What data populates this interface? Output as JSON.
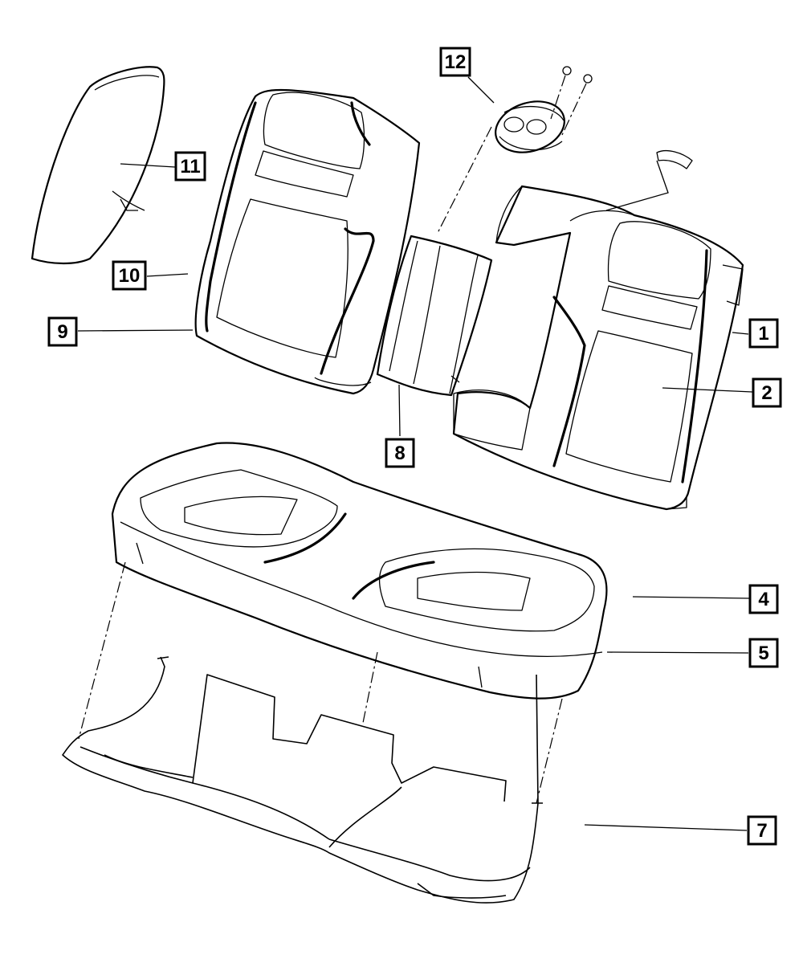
{
  "diagram": {
    "callouts": [
      {
        "id": "1",
        "label": "1"
      },
      {
        "id": "2",
        "label": "2"
      },
      {
        "id": "4",
        "label": "4"
      },
      {
        "id": "5",
        "label": "5"
      },
      {
        "id": "7",
        "label": "7"
      },
      {
        "id": "8",
        "label": "8"
      },
      {
        "id": "9",
        "label": "9"
      },
      {
        "id": "10",
        "label": "10"
      },
      {
        "id": "11",
        "label": "11"
      },
      {
        "id": "12",
        "label": "12"
      }
    ]
  }
}
